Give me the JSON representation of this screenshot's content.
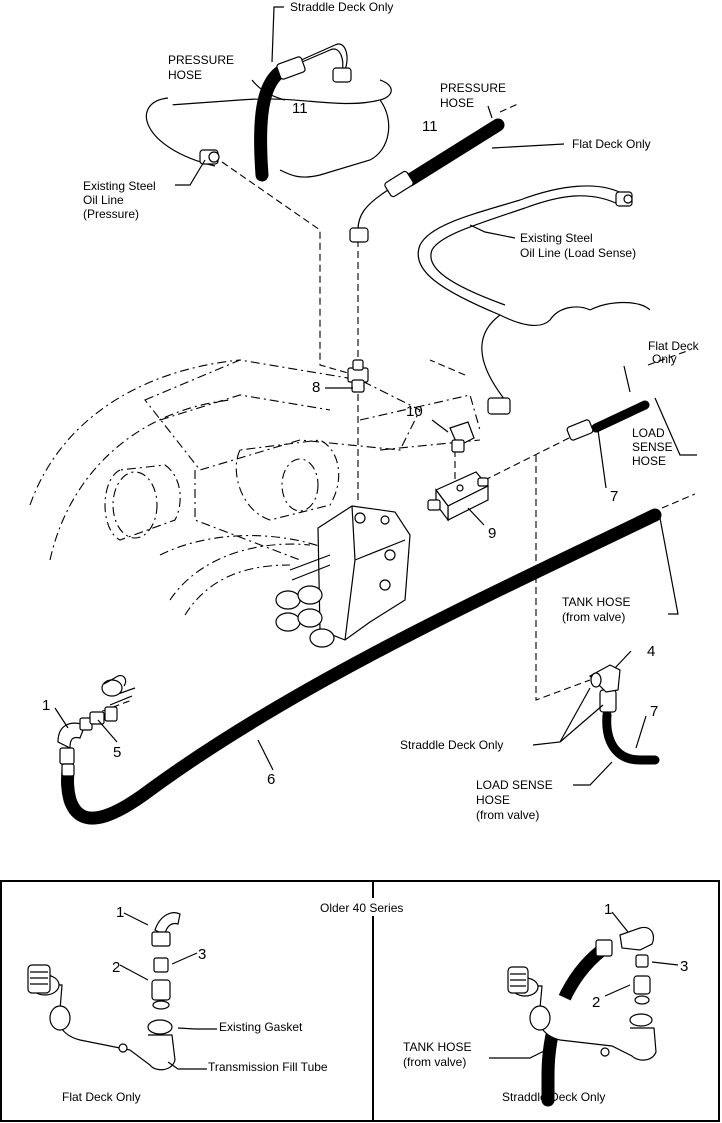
{
  "labels": {
    "straddle_deck_only_top": "Straddle Deck Only",
    "pressure_hose_left_l1": "PRESSURE",
    "pressure_hose_left_l2": "HOSE",
    "pressure_hose_right_l1": "PRESSURE",
    "pressure_hose_right_l2": "HOSE",
    "flat_deck_only_right": "Flat Deck Only",
    "existing_steel_pressure_l1": "Existing Steel",
    "existing_steel_pressure_l2": "Oil Line",
    "existing_steel_pressure_l3": "(Pressure)",
    "existing_steel_load_l1": "Existing Steel",
    "existing_steel_load_l2": "Oil Line (Load Sense)",
    "flat_deck_only_small_l1": "Flat Deck",
    "flat_deck_only_small_l2": "Only",
    "load_sense_hose_right_l1": "LOAD",
    "load_sense_hose_right_l2": "SENSE",
    "load_sense_hose_right_l3": "HOSE",
    "tank_hose_right_l1": "TANK HOSE",
    "tank_hose_right_l2": "(from valve)",
    "straddle_deck_only_mid": "Straddle Deck Only",
    "load_sense_hose_bottom_l1": "LOAD SENSE",
    "load_sense_hose_bottom_l2": "HOSE",
    "load_sense_hose_bottom_l3": "(from valve)"
  },
  "callouts": {
    "n11a": "11",
    "n11b": "11",
    "n8": "8",
    "n10": "10",
    "n9": "9",
    "n7a": "7",
    "n4": "4",
    "n7b": "7",
    "n1": "1",
    "n5": "5",
    "n6": "6"
  },
  "inset": {
    "title": "Older 40 Series",
    "left": {
      "n1": "1",
      "n2": "2",
      "n3": "3",
      "existing_gasket": "Existing Gasket",
      "transmission_fill_tube": "Transmission Fill Tube",
      "caption": "Flat Deck Only"
    },
    "right": {
      "n1": "1",
      "n2": "2",
      "n3": "3",
      "tank_hose_l1": "TANK HOSE",
      "tank_hose_l2": "(from valve)",
      "caption": "Straddle Deck Only"
    }
  }
}
